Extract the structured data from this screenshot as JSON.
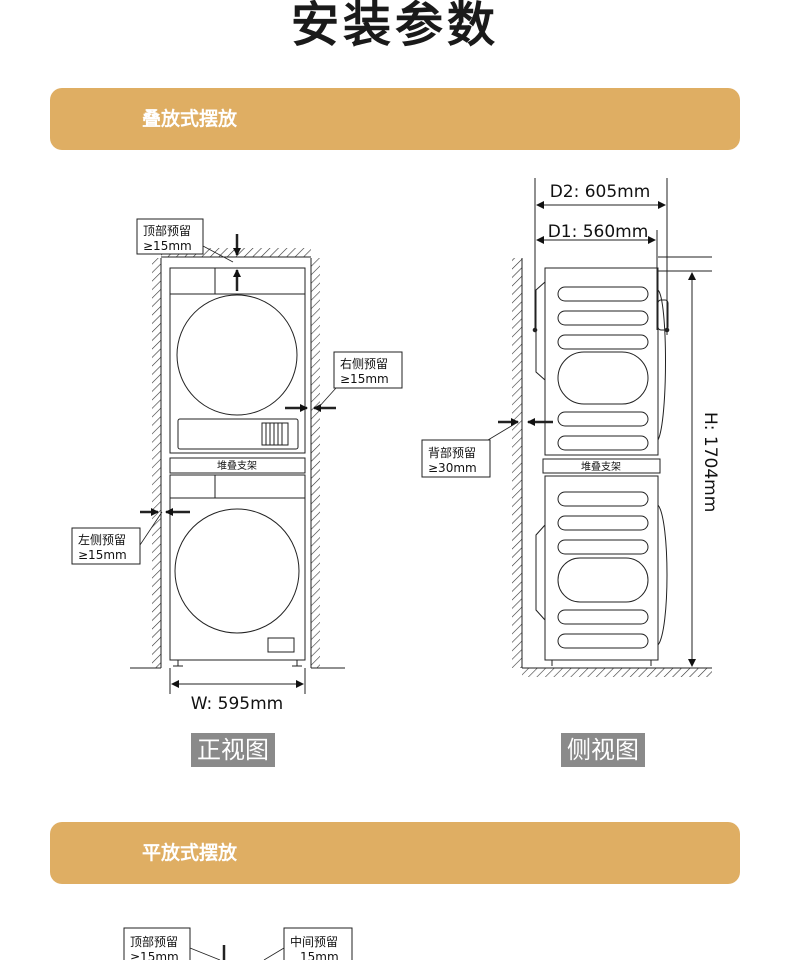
{
  "page_title": "安装参数",
  "sections": {
    "stacked": "叠放式摆放",
    "side_by_side": "平放式摆放"
  },
  "front_view": {
    "top_clearance_title": "顶部预留",
    "top_clearance_value": "≥15mm",
    "right_clearance_title": "右侧预留",
    "right_clearance_value": "≥15mm",
    "left_clearance_title": "左侧预留",
    "left_clearance_value": "≥15mm",
    "stacking_bracket": "堆叠支架",
    "width": "W: 595mm",
    "caption": "正视图"
  },
  "side_view": {
    "d2": "D2: 605mm",
    "d1": "D1: 560mm",
    "height": "H: 1704mm",
    "back_clearance_title": "背部预留",
    "back_clearance_value": "≥30mm",
    "stacking_bracket": "堆叠支架",
    "caption": "侧视图"
  },
  "flat_view": {
    "top_clearance_title": "顶部预留",
    "top_clearance_value": "≥15mm",
    "middle_clearance_title": "中间预留",
    "middle_clearance_value": "15mm"
  },
  "colors": {
    "banner": "#dfae63",
    "caption_bg": "#8a8a8a",
    "line": "#222222"
  }
}
